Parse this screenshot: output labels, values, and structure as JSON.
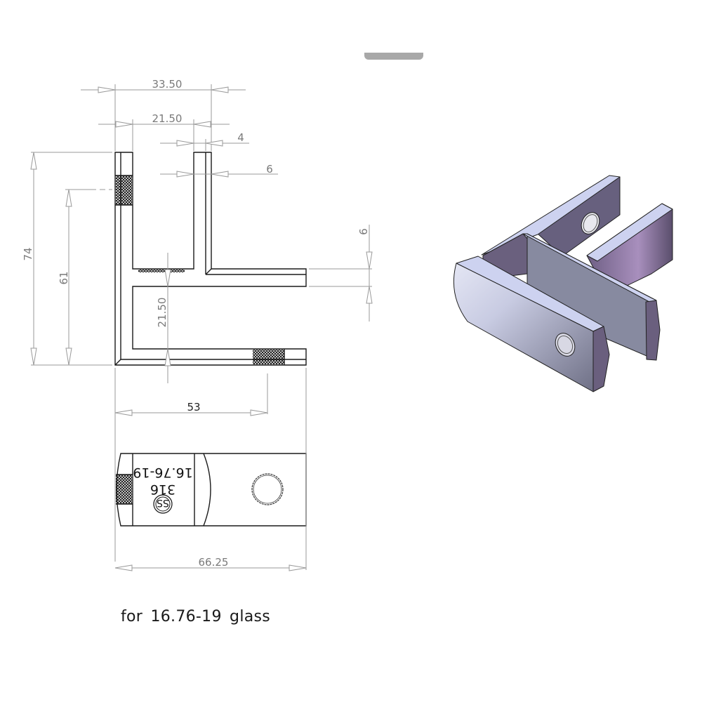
{
  "top_tab": {
    "label": ""
  },
  "front_view": {
    "dimensions": {
      "overall_width": "33.50",
      "inner_width": "21.50",
      "wall_thickness_top": "4",
      "wall_thickness": "6",
      "overall_height": "74",
      "hole_height": "61",
      "inner_gap": "21.50",
      "arm_thickness": "6",
      "hole_position": "53"
    }
  },
  "bottom_view": {
    "dimensions": {
      "overall_length": "66.25"
    },
    "engraving": {
      "line1": "16.76-19",
      "line2": "316",
      "logo": "SS"
    }
  },
  "iso_view": {
    "label": "isometric-3d-view"
  },
  "caption": "for 16.76-19 glass",
  "colors": {
    "line": "#1a1a1a",
    "dimension": "#9a9a9a",
    "metal_light": "#c9cde8",
    "metal_mid": "#8c8fa6",
    "metal_dark": "#6a5f7e",
    "metal_purple": "#a58fb8"
  }
}
